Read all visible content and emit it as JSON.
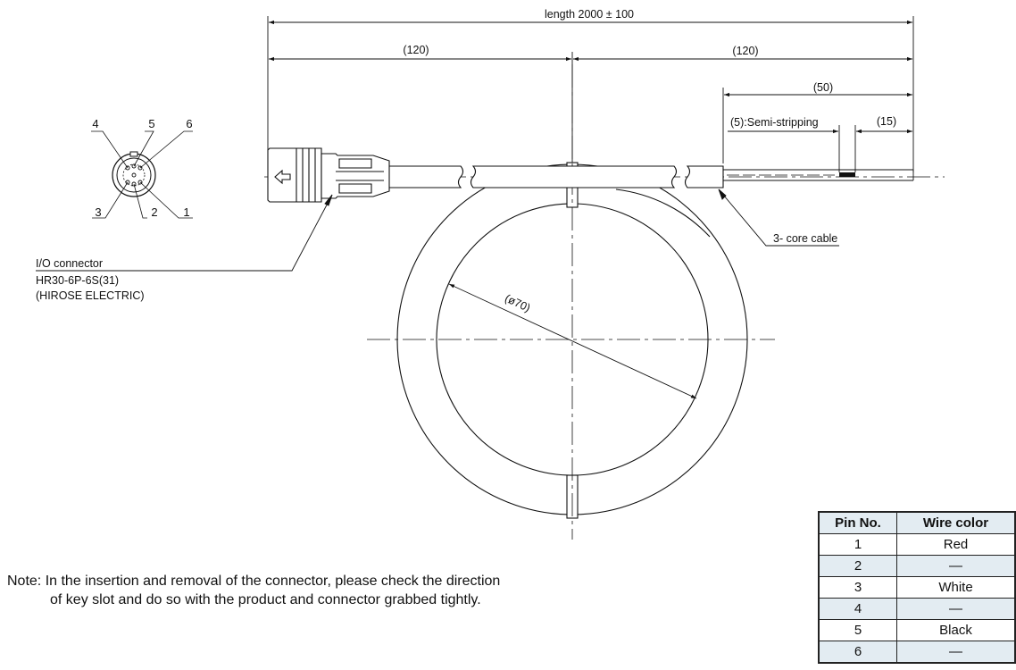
{
  "dimensions": {
    "total_length": "length  2000 ± 100",
    "left_segment": "(120)",
    "right_segment": "(120)",
    "strip_length": "(50)",
    "semi_stripping": "(5):Semi-stripping",
    "end_length": "(15)",
    "coil_diameter": "(ø70)"
  },
  "connector_face": {
    "pins": [
      "4",
      "5",
      "6",
      "3",
      "2",
      "1"
    ]
  },
  "connector_callout": {
    "title": "I/O connector",
    "part_number": "HR30-6P-6S(31)",
    "maker": "(HIROSE ELECTRIC)"
  },
  "cable_callout": "3- core cable",
  "note": {
    "line1": "Note: In the insertion and removal of the connector, please check the direction",
    "line2": "of key slot and do so with the product and connector grabbed tightly."
  },
  "wire_table": {
    "headers": [
      "Pin No.",
      "Wire color"
    ],
    "rows": [
      {
        "pin": "1",
        "color": "Red"
      },
      {
        "pin": "2",
        "color": "—"
      },
      {
        "pin": "3",
        "color": "White"
      },
      {
        "pin": "4",
        "color": "—"
      },
      {
        "pin": "5",
        "color": "Black"
      },
      {
        "pin": "6",
        "color": "—"
      }
    ]
  }
}
